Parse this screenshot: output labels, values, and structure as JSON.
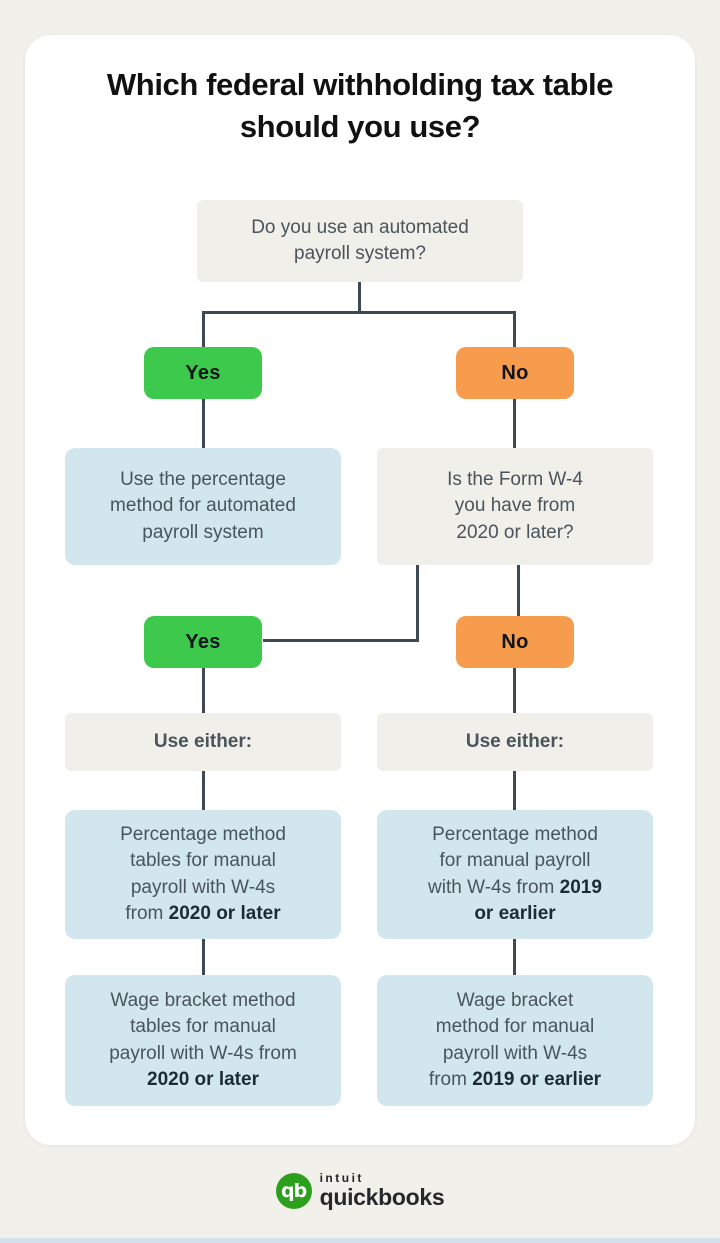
{
  "title": "Which federal withholding tax table should you use?",
  "colors": {
    "background": "#f1f0ea",
    "card": "#ffffff",
    "yes_green": "#3cc94c",
    "no_orange": "#f79b4c",
    "question_gray": "#f0efe9",
    "result_blue": "#d2e7ed",
    "connector_line": "#3d4a54",
    "brand_green": "#2ca01c",
    "bottom_strip": "#d3e2ea"
  },
  "flow": {
    "q1": "Do you use an automated payroll system?",
    "branch1": {
      "yes": "Yes",
      "no": "No"
    },
    "result_auto": "Use the percentage method for automated payroll system",
    "q2": "Is the Form W-4 you have from 2020 or later?",
    "branch2": {
      "yes": "Yes",
      "no": "No"
    },
    "use_either_left": "Use either:",
    "use_either_right": "Use either:",
    "pct_left": {
      "text": "Percentage method tables for manual payroll with W-4s from",
      "bold": "2020 or later"
    },
    "pct_right": {
      "text": "Percentage method for manual payroll with W-4s from",
      "bold": "2019 or earlier"
    },
    "wage_left": {
      "text": "Wage bracket method tables for manual payroll with W-4s from",
      "bold": "2020 or later"
    },
    "wage_right": {
      "text": "Wage bracket method for manual payroll with W-4s from",
      "bold": "2019 or earlier"
    }
  },
  "logo": {
    "icon_letters": "qb",
    "brand_top": "intuit",
    "brand_bottom": "quickbooks"
  }
}
